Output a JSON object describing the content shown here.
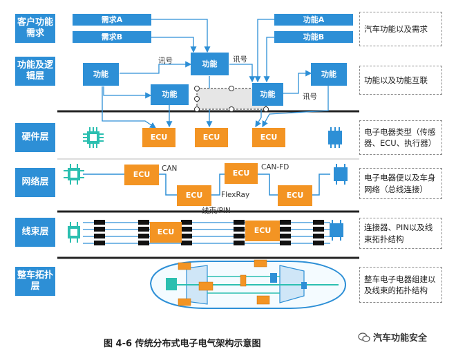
{
  "layers": {
    "customer": "客户功能需求",
    "logic": "功能及逻辑层",
    "hardware": "硬件层",
    "network": "网络层",
    "harness": "线束层",
    "topology": "整车拓扑层"
  },
  "customer_boxes": {
    "req_a": "需求A",
    "req_b": "需求B",
    "func_a": "功能A",
    "func_b": "功能B"
  },
  "function_label": "功能",
  "signal_label": "讯号",
  "ecu_label": "ECU",
  "bus": {
    "can": "CAN",
    "can_fd": "CAN-FD",
    "flexray": "FlexRay",
    "harness_pin": "线束/PIN"
  },
  "descriptions": {
    "customer": "汽车功能以及需求",
    "logic": "功能以及功能互联",
    "hardware": "电子电器类型（传感器、ECU、执行器）",
    "network": "电子电器便以及车身网络（总线连接）",
    "harness": "连接器、PIN以及线束拓扑结构",
    "topology": "整车电子电器组建以及线束的拓扑结构"
  },
  "caption": "图 4-6 传统分布式电子电气架构示意图",
  "watermark": "汽车功能安全",
  "colors": {
    "blue": "#2d8fd6",
    "orange": "#f39423",
    "teal": "#2bbfb0"
  }
}
